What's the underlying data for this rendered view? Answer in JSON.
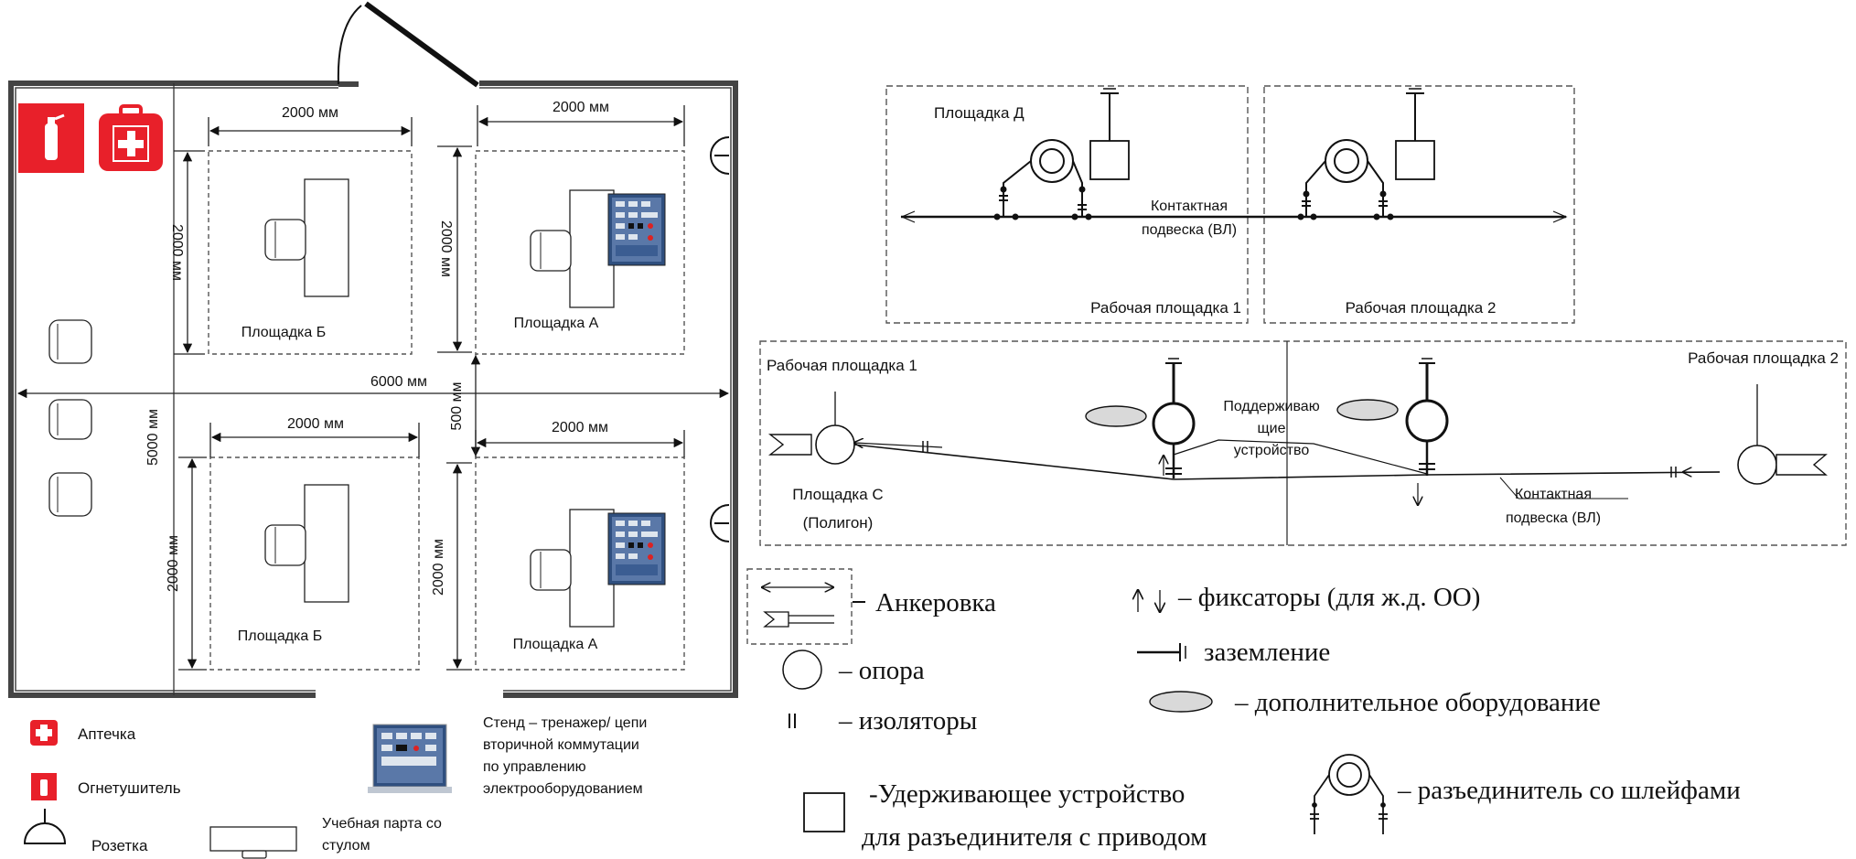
{
  "floorplan": {
    "dims": {
      "top_left_w": "2000 мм",
      "top_right_w": "2000 мм",
      "bottom_left_w": "2000 мм",
      "bottom_right_w": "2000 мм",
      "top_left_h": "2000 мм",
      "top_right_h": "2000 мм",
      "bottom_left_h": "2000 мм",
      "bottom_right_h": "2000 мм",
      "total_w": "6000 мм",
      "total_h": "5000 мм",
      "gap": "500 мм"
    },
    "zones": {
      "top_left": "Площадка Б",
      "top_right": "Площадка А",
      "bottom_left": "Площадка Б",
      "bottom_right": "Площадка А"
    }
  },
  "legend_left": {
    "first_aid": "Аптечка",
    "extinguisher": "Огнетушитель",
    "socket": "Розетка",
    "desk_line1": "Учебная парта со",
    "desk_line2": "стулом",
    "stand_line1": "Стенд – тренажер/ цепи",
    "stand_line2": "вторичной коммутации",
    "stand_line3": "по управлению",
    "stand_line4": "электрооборудованием"
  },
  "diagram_top": {
    "pad_d": "Площадка Д",
    "contact_line1": "Контактная",
    "contact_line2": "подвеска (ВЛ)",
    "work1": "Рабочая площадка 1",
    "work2": "Рабочая площадка 2"
  },
  "diagram_mid": {
    "work1": "Рабочая площадка 1",
    "work2": "Рабочая площадка 2",
    "support_line1": "Поддерживаю",
    "support_line2": "щие",
    "support_line3": "устройство",
    "pad_c_line1": "Площадка С",
    "pad_c_line2": "(Полигон)",
    "contact_line1": "Контактная",
    "contact_line2": "подвеска (ВЛ)"
  },
  "legend_right": {
    "anchoring": "Анкеровка",
    "support": "– опора",
    "insulators": "– изоляторы",
    "fixators": "– фиксаторы (для ж.д. ОО)",
    "grounding": "заземление",
    "extra_equipment": "– дополнительное оборудование",
    "holding_line1": "-Удерживающее устройство",
    "holding_line2": "для разъединителя с приводом",
    "disconnector": "– разъединитель со шлейфами"
  },
  "colors": {
    "red": "#e8202a",
    "grey_fill": "#d9d9d9",
    "stand_blue": "#3a5a8c"
  }
}
